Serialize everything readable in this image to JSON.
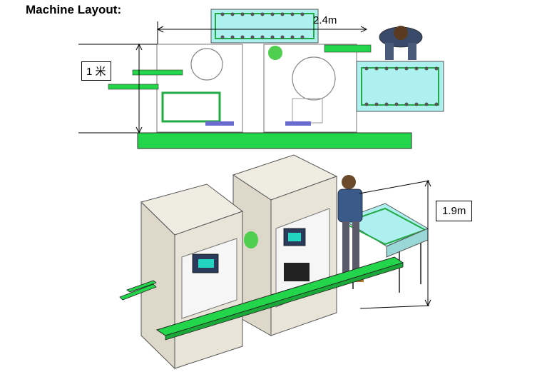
{
  "title": "Machine Layout:",
  "dimensions": {
    "width": "2.4m",
    "depth": "1 米",
    "height": "1.9m"
  },
  "colors": {
    "conveyor": "#22d54a",
    "cabinet": "#e8e4d8",
    "tray": "#aef0f0",
    "outline": "#555555"
  }
}
